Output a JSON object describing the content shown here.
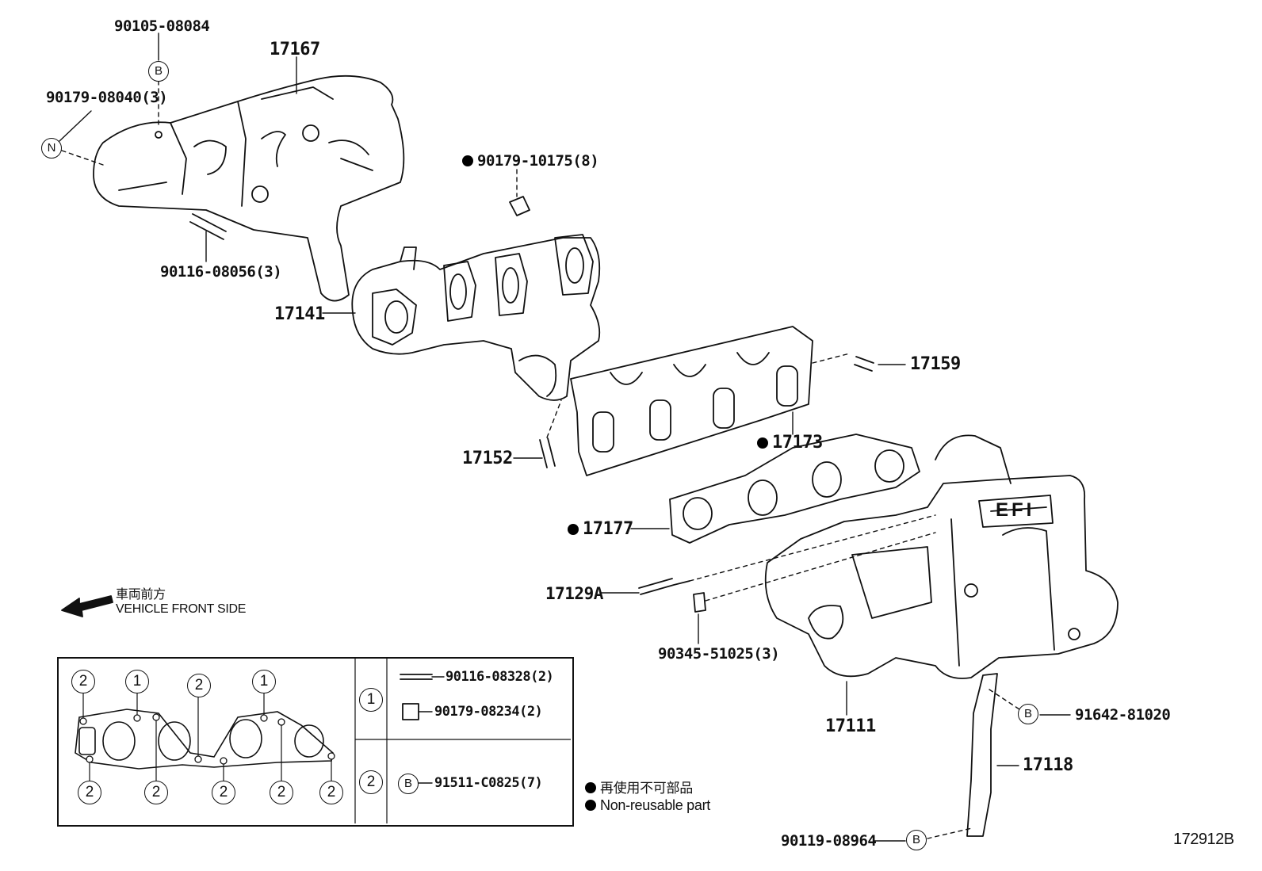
{
  "parts": {
    "p90105": "90105-08084",
    "p17167": "17167",
    "p90179_08040": "90179-08040(3)",
    "p90179_10175": "90179-10175(8)",
    "p90116_08056": "90116-08056(3)",
    "p17141": "17141",
    "p17159": "17159",
    "p17173": "17173",
    "p17152": "17152",
    "p17177": "17177",
    "p17129A": "17129A",
    "p90345": "90345-51025(3)",
    "p17111": "17111",
    "p91642": "91642-81020",
    "p17118": "17118",
    "p90119": "90119-08964",
    "p90116_08328": "90116-08328(2)",
    "p90179_08234": "90179-08234(2)",
    "p91511": "91511-C0825(7)"
  },
  "markers": {
    "B": "B",
    "N": "N",
    "one": "1",
    "two": "2"
  },
  "direction": {
    "jp": "車両前方",
    "en": "VEHICLE FRONT SIDE"
  },
  "legend": {
    "jp": "再使用不可部品",
    "en": "Non-reusable part"
  },
  "emblem": "EFI",
  "figure_id": "172912B",
  "colors": {
    "ink": "#111111",
    "background": "#ffffff"
  }
}
